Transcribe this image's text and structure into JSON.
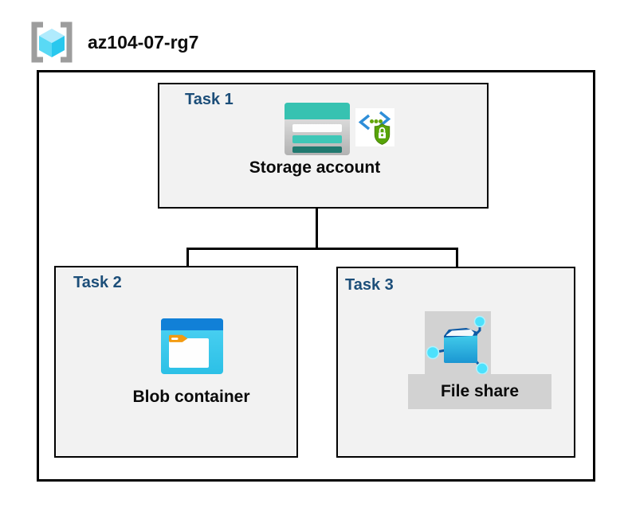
{
  "header": {
    "icon": "resource-group-icon",
    "title": "az104-07-rg7"
  },
  "diagram": {
    "resource_group": "az104-07-rg7",
    "tasks": [
      {
        "id": "task1",
        "label": "Task 1",
        "resource": "Storage account",
        "icons": [
          "storage-account-icon",
          "secure-transfer-icon"
        ]
      },
      {
        "id": "task2",
        "label": "Task 2",
        "resource": "Blob container",
        "icons": [
          "blob-container-icon"
        ]
      },
      {
        "id": "task3",
        "label": "Task 3",
        "resource": "File share",
        "icons": [
          "file-share-icon"
        ],
        "highlighted": true
      }
    ],
    "connections": [
      {
        "from": "Storage account",
        "to": "Blob container"
      },
      {
        "from": "Storage account",
        "to": "File share"
      }
    ]
  },
  "colors": {
    "task_label": "#1c4e79",
    "box_fill": "#f2f2f2",
    "box_border": "#000000",
    "connector": "#000000",
    "highlight_fill": "#d2d2d2",
    "rg_bracket_gray": "#9d9d9d",
    "rg_cube_top": "#b0ebfd",
    "rg_cube_left": "#59d9f5",
    "rg_cube_right": "#29c8ee",
    "storage_teal": "#37c2b1",
    "storage_teal_dark": "#20796f",
    "secure_bracket_blue": "#2e8ed8",
    "secure_shield_green": "#57a408",
    "blob_top_blue": "#1180d7",
    "blob_body_cyan": "#3ac7ec",
    "blob_tab_orange": "#f39b11",
    "fileshare_folder_blue": "#1b96d2",
    "fileshare_node_cyan": "#4ce1fc",
    "fileshare_dark_blue": "#0d59a3"
  }
}
